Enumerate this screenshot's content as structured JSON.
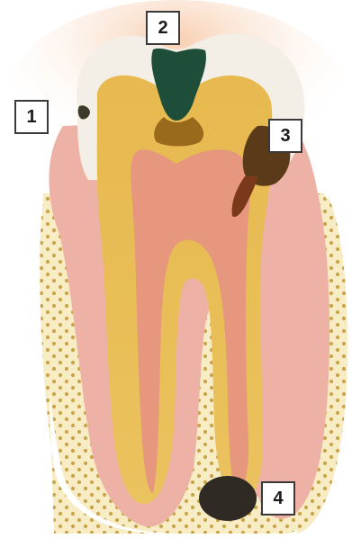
{
  "diagram": {
    "labels": [
      {
        "id": "1",
        "text": "1"
      },
      {
        "id": "2",
        "text": "2"
      },
      {
        "id": "3",
        "text": "3"
      },
      {
        "id": "4",
        "text": "4"
      }
    ]
  },
  "colors": {
    "enamel": "#f4efe6",
    "dentin": "#e3b24a",
    "pulp": "#e6977d",
    "gum": "#eeb1a6",
    "bone": "#f6e9b9",
    "bone_dots": "#c9a44a",
    "decay": "#5a3a18",
    "abscess": "#2f2b24"
  }
}
